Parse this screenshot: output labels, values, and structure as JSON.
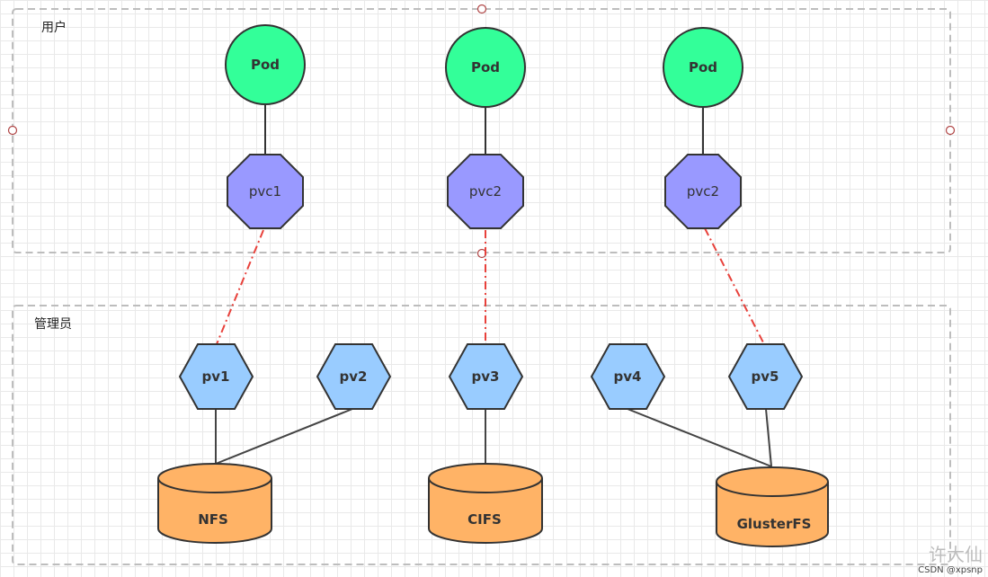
{
  "groups": {
    "user": "用户",
    "admin": "管理员"
  },
  "pods": [
    "Pod",
    "Pod",
    "Pod"
  ],
  "pvcs": [
    "pvc1",
    "pvc2",
    "pvc2"
  ],
  "pvs": [
    "pv1",
    "pv2",
    "pv3",
    "pv4",
    "pv5"
  ],
  "storage": [
    "NFS",
    "CIFS",
    "GlusterFS"
  ],
  "watermark": {
    "text": "许大仙",
    "sub": "CSDN @xpsnp"
  },
  "colors": {
    "pod": "#33ff99",
    "pvc": "#9999ff",
    "pv": "#99ccff",
    "storage": "#ffb366",
    "binding_line": "#e8413b",
    "group_border": "#bdbdbd"
  }
}
